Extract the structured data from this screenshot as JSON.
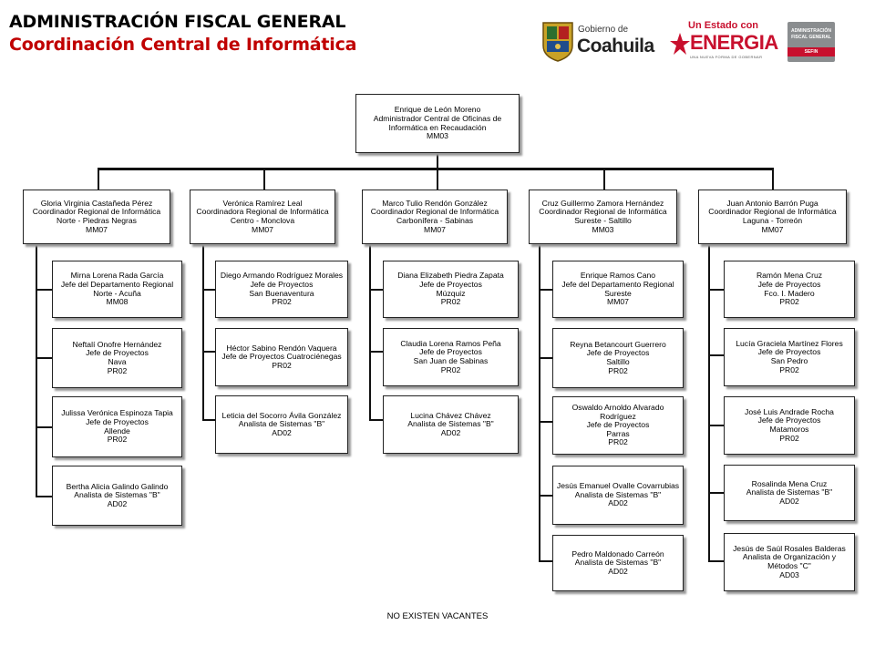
{
  "header": {
    "title": "ADMINISTRACIÓN FISCAL GENERAL",
    "subtitle": "Coordinación Central de Informática"
  },
  "logos": {
    "coahuila": {
      "line1": "Gobierno de",
      "line2": "Coahuila"
    },
    "energia": {
      "line1": "Un Estado con",
      "line2": "ENERGIA",
      "tagline": "UNA NUEVA FORMA DE GOBERNAR"
    },
    "afg": {
      "line1": "ADMINISTRACIÓN",
      "line2": "FISCAL GENERAL",
      "line3": "SEFIN"
    }
  },
  "top": {
    "name": "Enrique de León Moreno",
    "role1": "Administrador Central de Oficinas de",
    "role2": "Informática en Recaudación",
    "code": "MM03"
  },
  "columns": [
    {
      "head": {
        "name": "Gloria Virginia Castañeda Pérez",
        "role": "Coordinador Regional de Informática",
        "area": "Norte - Piedras Negras",
        "code": "MM07"
      },
      "staff": [
        {
          "name": "Mirna Lorena Rada García",
          "role": "Jefe del Departamento Regional",
          "area": "Norte - Acuña",
          "code": "MM08"
        },
        {
          "name": "Neftalí Onofre Hernández",
          "role": "Jefe de Proyectos",
          "area": "Nava",
          "code": "PR02"
        },
        {
          "name": "Julissa Verónica Espinoza Tapia",
          "role": "Jefe de Proyectos",
          "area": "Allende",
          "code": "PR02"
        },
        {
          "name": "Bertha Alicia Galindo Galindo",
          "role": "Analista de Sistemas \"B\"",
          "area": "",
          "code": "AD02"
        }
      ]
    },
    {
      "head": {
        "name": "Verónica Ramírez Leal",
        "role": "Coordinadora Regional de Informática",
        "area": "Centro - Monclova",
        "code": "MM07"
      },
      "staff": [
        {
          "name": "Diego Armando Rodríguez Morales",
          "role": "Jefe de Proyectos",
          "area": "San Buenaventura",
          "code": "PR02"
        },
        {
          "name": "Héctor Sabino Rendón Vaquera",
          "role": "Jefe de Proyectos Cuatrociénegas",
          "area": "",
          "code": "PR02"
        },
        {
          "name": "Leticia del Socorro Ávila González",
          "role": "Analista de Sistemas \"B\"",
          "area": "",
          "code": "AD02"
        }
      ]
    },
    {
      "head": {
        "name": "Marco Tulio Rendón González",
        "role": "Coordinador Regional de Informática",
        "area": "Carbonífera - Sabinas",
        "code": "MM07"
      },
      "staff": [
        {
          "name": "Diana Elizabeth Piedra Zapata",
          "role": "Jefe de Proyectos",
          "area": "Múzquiz",
          "code": "PR02"
        },
        {
          "name": "Claudia Lorena Ramos Peña",
          "role": "Jefe de Proyectos",
          "area": "San Juan de Sabinas",
          "code": "PR02"
        },
        {
          "name": "Lucina Chávez Chávez",
          "role": "Analista de Sistemas \"B\"",
          "area": "",
          "code": "AD02"
        }
      ]
    },
    {
      "head": {
        "name": "Cruz Guillermo Zamora Hernández",
        "role": "Coordinador Regional de Informática",
        "area": "Sureste - Saltillo",
        "code": "MM03"
      },
      "staff": [
        {
          "name": "Enrique Ramos Cano",
          "role": "Jefe del Departamento Regional",
          "area": "Sureste",
          "code": "MM07"
        },
        {
          "name": "Reyna Betancourt Guerrero",
          "role": "Jefe de Proyectos",
          "area": "Saltillo",
          "code": "PR02"
        },
        {
          "name": "Oswaldo Arnoldo Alvarado Rodríguez",
          "role": "Jefe de Proyectos",
          "area": "Parras",
          "code": "PR02"
        },
        {
          "name": "Jesús Emanuel Ovalle Covarrubias",
          "role": "Analista de Sistemas \"B\"",
          "area": "",
          "code": "AD02"
        },
        {
          "name": "Pedro Maldonado Carreón",
          "role": "Analista de Sistemas \"B\"",
          "area": "",
          "code": "AD02"
        }
      ]
    },
    {
      "head": {
        "name": "Juan Antonio Barrón Puga",
        "role": "Coordinador Regional de Informática",
        "area": "Laguna - Torreón",
        "code": "MM07"
      },
      "staff": [
        {
          "name": "Ramón Mena Cruz",
          "role": "Jefe de Proyectos",
          "area": "Fco. I. Madero",
          "code": "PR02"
        },
        {
          "name": "Lucía Graciela Martínez Flores",
          "role": "Jefe de Proyectos",
          "area": "San Pedro",
          "code": "PR02"
        },
        {
          "name": "José Luis Andrade Rocha",
          "role": "Jefe de Proyectos",
          "area": "Matamoros",
          "code": "PR02"
        },
        {
          "name": "Rosalinda Mena Cruz",
          "role": "Analista de Sistemas \"B\"",
          "area": "",
          "code": "AD02"
        },
        {
          "name": "Jesús de Saúl Rosales Balderas",
          "role": "Analista de Organización y",
          "area": "Métodos \"C\"",
          "code": "AD03"
        }
      ]
    }
  ],
  "footer": "NO EXISTEN VACANTES"
}
